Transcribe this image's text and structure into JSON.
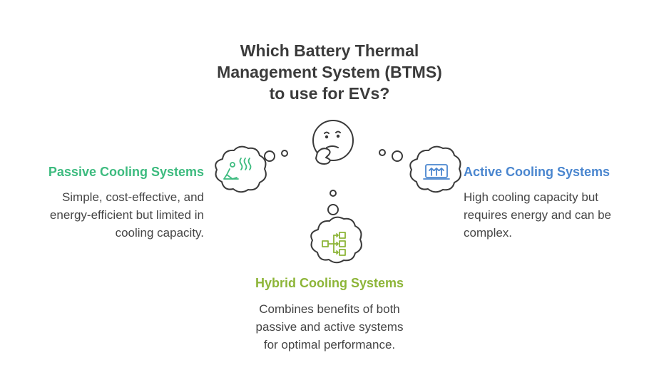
{
  "title": {
    "lines": [
      "Which Battery Thermal",
      "Management System (BTMS)",
      "to use for EVs?"
    ]
  },
  "passive": {
    "heading": "Passive Cooling Systems",
    "description_lines": [
      "Simple, cost-effective, and",
      "energy-efficient but limited in",
      "cooling capacity."
    ],
    "icon": "person-heat-waves-icon",
    "color": "#3dbb7f"
  },
  "active": {
    "heading": "Active Cooling Systems",
    "description_lines": [
      "High cooling capacity but",
      "requires energy and can be",
      "complex."
    ],
    "icon": "cooling-panel-arrows-icon",
    "color": "#4a86cf"
  },
  "hybrid": {
    "heading": "Hybrid Cooling Systems",
    "description_lines": [
      "Combines benefits of both",
      "passive and active systems",
      "for optimal performance."
    ],
    "icon": "flow-hierarchy-icon",
    "color": "#8db538"
  },
  "center": {
    "icon": "thinking-face-icon",
    "stroke": "#3a3a3a"
  }
}
